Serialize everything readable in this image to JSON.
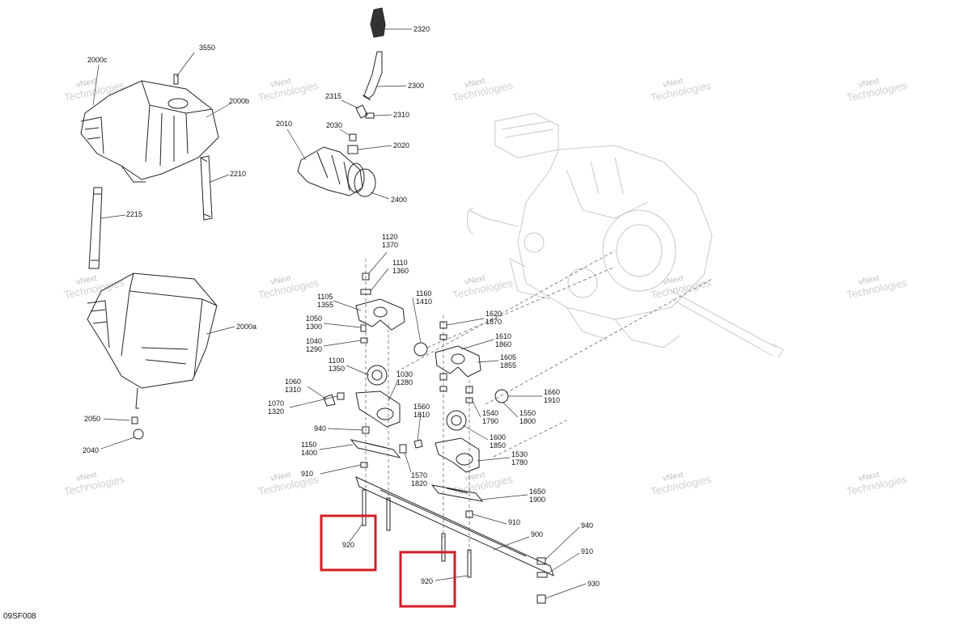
{
  "diagram": {
    "code": "09SF008",
    "watermark_line1": "vNext",
    "watermark_line2": "Technologies",
    "watermark_full": "vNext Technologies",
    "highlight_color": "#d21f26",
    "labels": {
      "l2000c": "2000c",
      "l3550": "3550",
      "l2000b": "2000b",
      "l2210": "2210",
      "l2215": "2215",
      "l2000a": "2000a",
      "l2050": "2050",
      "l2040": "2040",
      "l2320": "2320",
      "l2300": "2300",
      "l2315": "2315",
      "l2310": "2310",
      "l2030": "2030",
      "l2010": "2010",
      "l2020": "2020",
      "l2400": "2400",
      "l1120": "1120",
      "l1370": "1370",
      "l1110": "1110",
      "l1360": "1360",
      "l1105": "1105",
      "l1355": "1355",
      "l1160": "1160",
      "l1410": "1410",
      "l1050": "1050",
      "l1300": "1300",
      "l1620": "1620",
      "l1870": "1870",
      "l1610": "1610",
      "l1860": "1860",
      "l1040": "1040",
      "l1290": "1290",
      "l1605": "1605",
      "l1855": "1855",
      "l1100": "1100",
      "l1350": "1350",
      "l1030": "1030",
      "l1280": "1280",
      "l1060": "1060",
      "l1310": "1310",
      "l1660": "1660",
      "l1910": "1910",
      "l1070": "1070",
      "l1320": "1320",
      "l1560": "1560",
      "l1810": "1810",
      "l1540": "1540",
      "l1790": "1790",
      "l1550": "1550",
      "l1800": "1800",
      "l940a": "940",
      "l1600": "1600",
      "l1850": "1850",
      "l1150": "1150",
      "l1400": "1400",
      "l1530": "1530",
      "l1780": "1780",
      "l1570": "1570",
      "l1820": "1820",
      "l910a": "910",
      "l1650": "1650",
      "l1900": "1900",
      "l910b": "910",
      "l900": "900",
      "l940b": "940",
      "l910c": "910",
      "l920a": "920",
      "l920b": "920",
      "l930": "930"
    }
  }
}
